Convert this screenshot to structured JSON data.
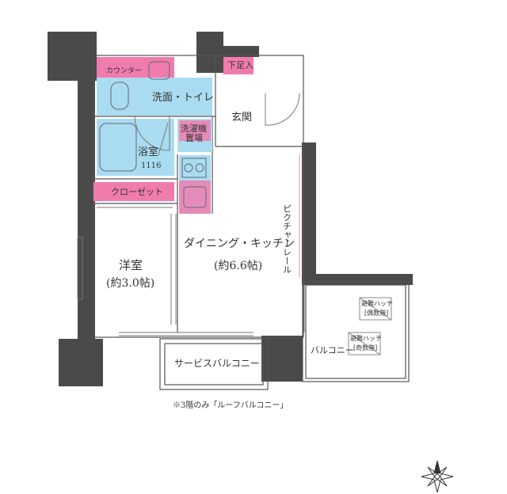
{
  "rooms": {
    "counter": "カウンター",
    "toilet": "洗面・トイレ",
    "shoe": "下足入",
    "entrance": "玄関",
    "washer_1": "洗濯機",
    "washer_2": "置場",
    "bath_name": "浴室",
    "bath_size": "1116",
    "closet": "クローゼット",
    "picture_rail": "ピクチャーレール",
    "western_name": "洋室",
    "western_size": "(約3.0帖)",
    "dk_name": "ダイニング・キッチン",
    "dk_size": "(約6.6帖)",
    "service_balcony": "サービスバルコニー",
    "balcony": "バルコニー",
    "hatch_even_1": "避難ハッチ",
    "hatch_even_2": "[偶数階]",
    "hatch_odd_1": "避難ハッチ",
    "hatch_odd_2": "[奇数階]"
  },
  "note": "※3階のみ「ルーフバルコニー」",
  "colors": {
    "wall": "#4a4a4a",
    "wet_area": "#a9dcf0",
    "storage": "#f07cae",
    "line": "#555555"
  },
  "icons": {
    "compass": "compass-rose-icon"
  }
}
